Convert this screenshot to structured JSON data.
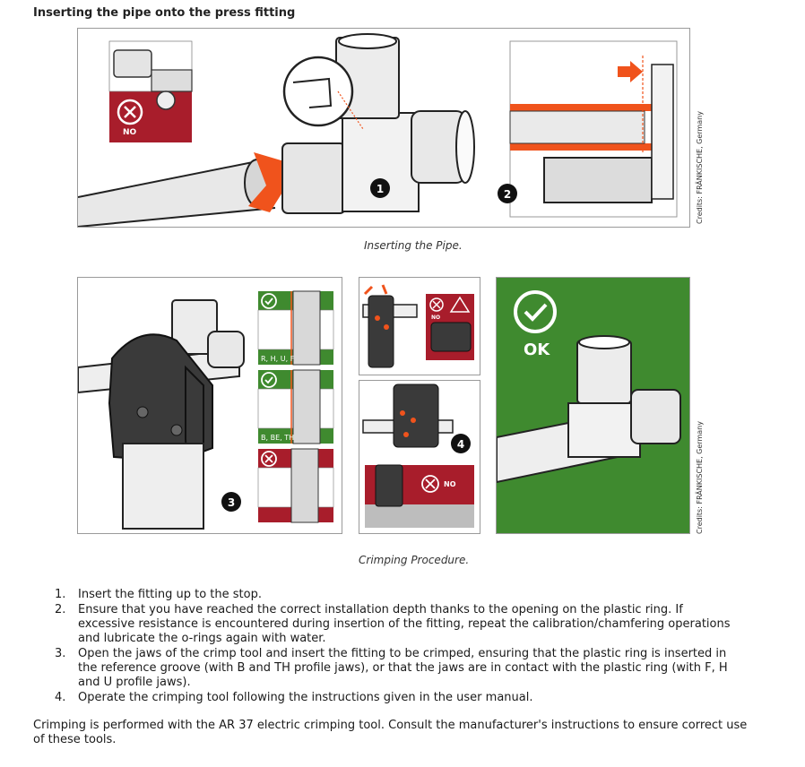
{
  "heading": "Inserting the pipe onto the press fitting",
  "figure1": {
    "caption": "Inserting the Pipe.",
    "credits": "Credits: FRÄNKISCHE, Germany",
    "no_label": "NO",
    "badge1": "1",
    "badge2": "2"
  },
  "figure2": {
    "caption": "Crimping Procedure.",
    "credits": "Credits: FRÄNKISCHE, Germany",
    "badge3": "3",
    "badge4": "4",
    "ok_label": "OK",
    "jaw_ok_small": "OK",
    "jaw_no_small": "NO",
    "jaw_profile_1": "R, H, U, F",
    "jaw_profile_2": "B, BE, TH",
    "no_label_small": "NO",
    "no_label_panel": "NO"
  },
  "steps": [
    {
      "num": "1.",
      "text": "Insert the fitting up to the stop."
    },
    {
      "num": "2.",
      "text": "Ensure that you have reached the correct installation depth thanks to the opening on the plastic ring. If excessive resistance is encountered during insertion of the fitting, repeat the calibration/chamfering operations and lubricate the o-rings again with water."
    },
    {
      "num": "3.",
      "text": "Open the jaws of the crimp tool and insert the fitting to be crimped, ensuring that the plastic ring is inserted in the reference groove (with B and TH profile jaws), or that the jaws are in contact with the plastic ring (with F, H and U profile jaws)."
    },
    {
      "num": "4.",
      "text": "Operate the crimping tool following the instructions given in the user manual."
    }
  ],
  "closing": "Crimping is performed with the AR 37 electric crimping tool. Consult the manufacturer's instructions to ensure correct use of these tools.",
  "colors": {
    "red": "#a81d2b",
    "green": "#3f8a2f",
    "orange": "#f0531c"
  }
}
